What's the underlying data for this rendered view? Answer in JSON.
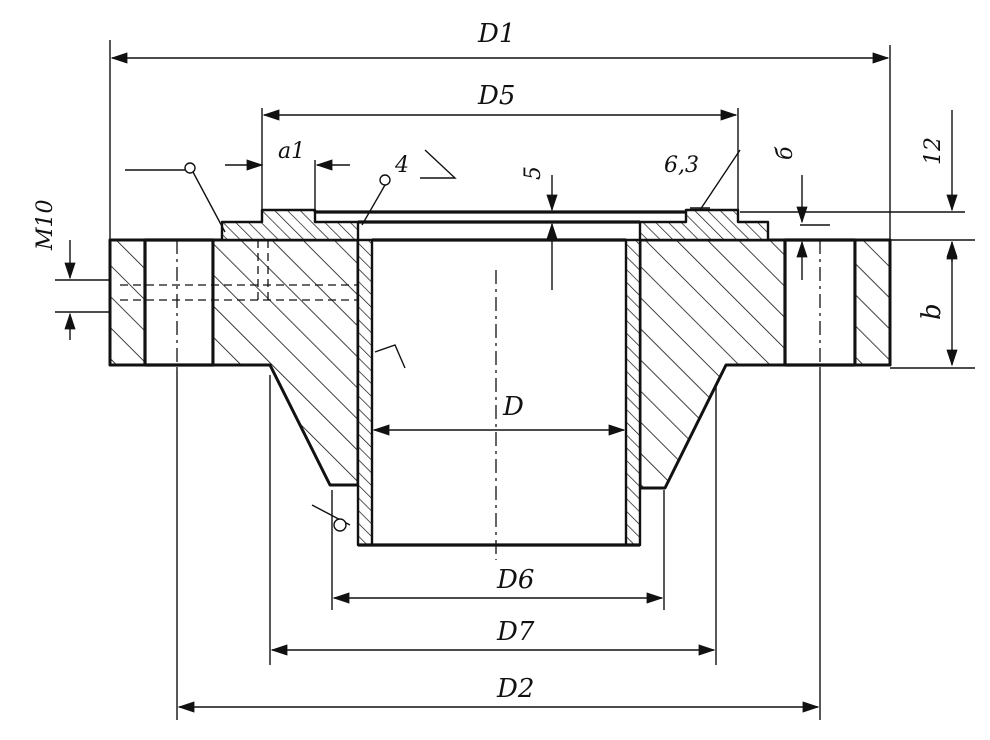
{
  "labels": {
    "d1": "D1",
    "d5": "D5",
    "d": "D",
    "d6": "D6",
    "d7": "D7",
    "d2": "D2",
    "a1": "a1",
    "weld4": "4",
    "dim5": "5",
    "roughness": "6,3",
    "delta": "б",
    "dim12": "12",
    "b": "b",
    "thread": "M10"
  }
}
